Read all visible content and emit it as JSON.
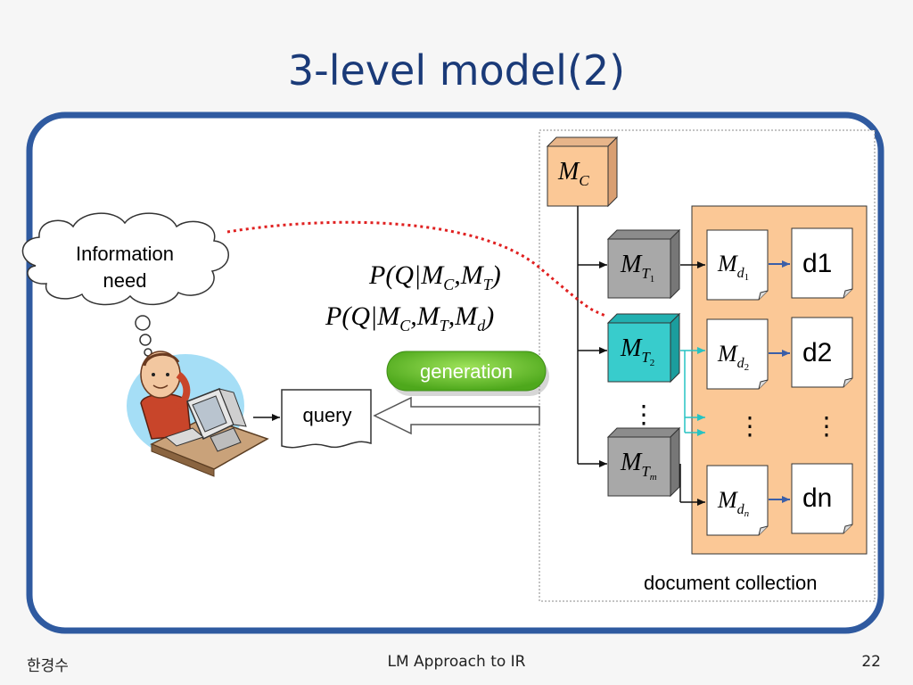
{
  "slide": {
    "title": "3-level model(2)",
    "footer_left": "한경수",
    "footer_center": "LM Approach to IR",
    "footer_right": "22"
  },
  "diagram": {
    "thought_bubble": [
      "Information",
      "need"
    ],
    "query_label": "query",
    "generation_label": "generation",
    "formula_1": {
      "lead": "P(Q|M",
      "sub1": "C",
      "mid": ",M",
      "sub2": "T",
      "end": ")"
    },
    "formula_2": {
      "lead": "P(Q|M",
      "sub1": "C",
      "mid1": ",M",
      "sub2": "T",
      "mid2": ",M",
      "sub3": "d",
      "end": ")"
    },
    "collection_model": {
      "base": "M",
      "sub": "C"
    },
    "topic_models": [
      {
        "base": "M",
        "sub": "T",
        "subsub": "1"
      },
      {
        "base": "M",
        "sub": "T",
        "subsub": "2"
      },
      {
        "base": "M",
        "sub": "T",
        "subsub": "m"
      }
    ],
    "doc_models": [
      {
        "base": "M",
        "sub": "d",
        "subsub": "1"
      },
      {
        "base": "M",
        "sub": "d",
        "subsub": "2"
      },
      {
        "base": "M",
        "sub": "d",
        "subsub": "n"
      }
    ],
    "documents": [
      "d1",
      "d2",
      "dn"
    ],
    "ellipsis": "⋮",
    "collection_label": "document collection",
    "colors": {
      "frame": "#2f5aa0",
      "peach": "#fbc896",
      "teal": "#38cccc",
      "gray_box": "#a8a8a8",
      "green": "#6cc12c",
      "dotted_red": "#e02020"
    }
  }
}
